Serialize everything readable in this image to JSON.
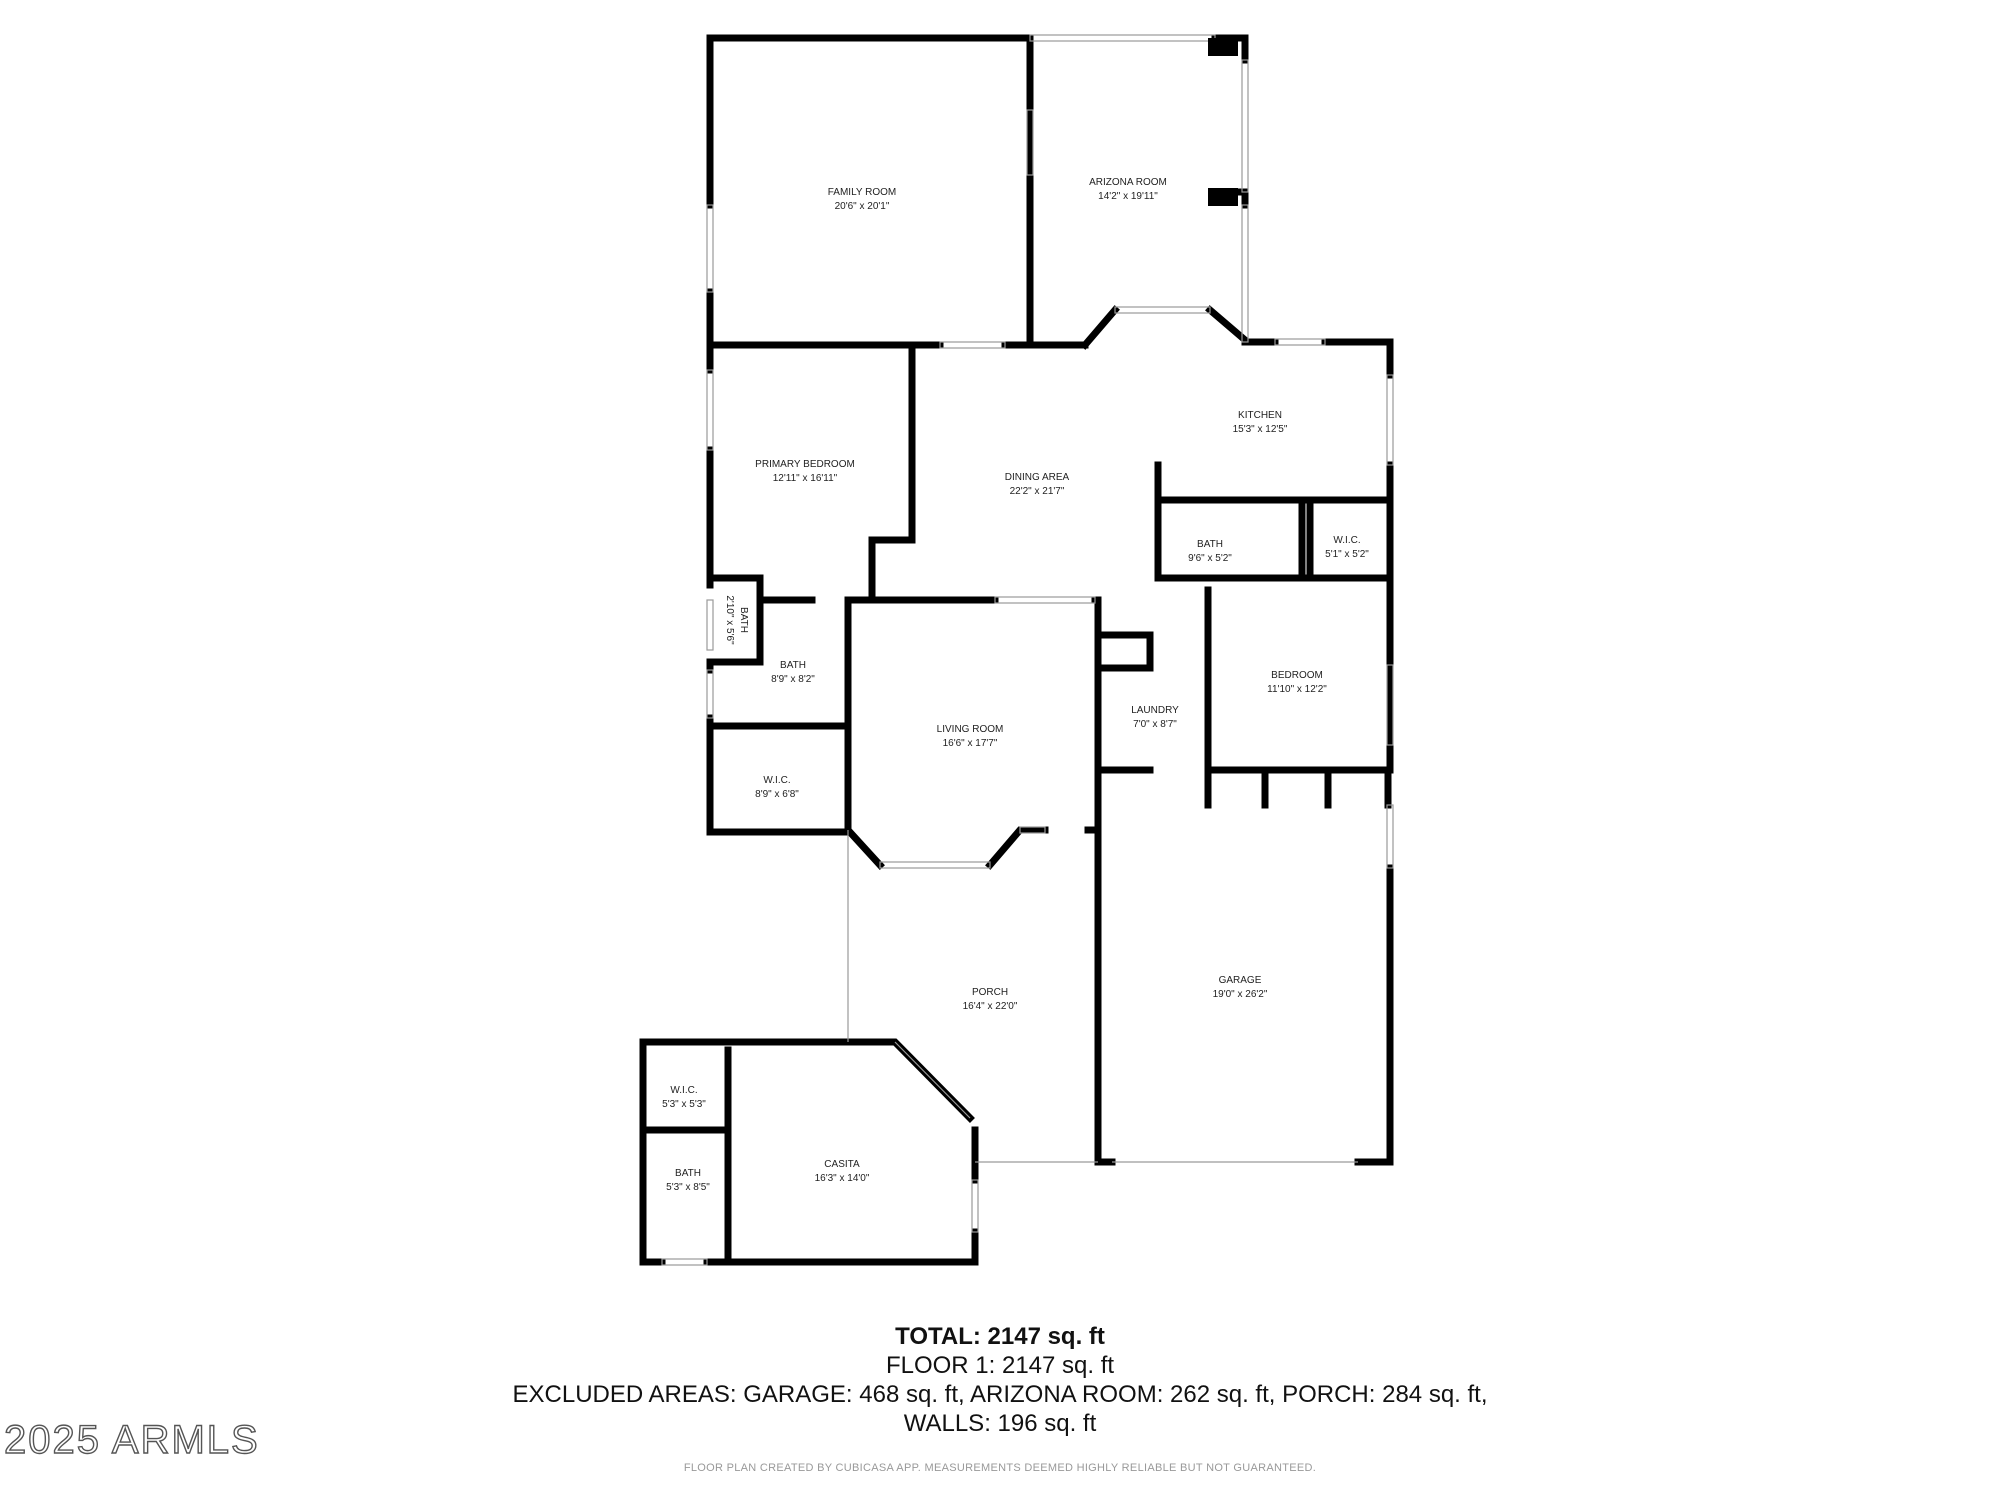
{
  "rooms": {
    "family_room": {
      "name": "FAMILY ROOM",
      "dims": "20'6\" x 20'1\""
    },
    "arizona_room": {
      "name": "ARIZONA ROOM",
      "dims": "14'2\" x 19'11\""
    },
    "kitchen": {
      "name": "KITCHEN",
      "dims": "15'3\" x 12'5\""
    },
    "dining_area": {
      "name": "DINING AREA",
      "dims": "22'2\" x 21'7\""
    },
    "primary_bedroom": {
      "name": "PRIMARY BEDROOM",
      "dims": "12'11\" x 16'11\""
    },
    "bath_small": {
      "name": "BATH",
      "dims": "2'10\" x 5'6\""
    },
    "bath_primary": {
      "name": "BATH",
      "dims": "8'9\" x 8'2\""
    },
    "wic_primary": {
      "name": "W.I.C.",
      "dims": "8'9\" x 6'8\""
    },
    "bath_hall": {
      "name": "BATH",
      "dims": "9'6\" x 5'2\""
    },
    "wic_hall": {
      "name": "W.I.C.",
      "dims": "5'1\" x 5'2\""
    },
    "bedroom": {
      "name": "BEDROOM",
      "dims": "11'10\" x 12'2\""
    },
    "laundry": {
      "name": "LAUNDRY",
      "dims": "7'0\" x 8'7\""
    },
    "living_room": {
      "name": "LIVING ROOM",
      "dims": "16'6\" x 17'7\""
    },
    "porch": {
      "name": "PORCH",
      "dims": "16'4\" x 22'0\""
    },
    "garage": {
      "name": "GARAGE",
      "dims": "19'0\" x 26'2\""
    },
    "wic_casita": {
      "name": "W.I.C.",
      "dims": "5'3\" x 5'3\""
    },
    "bath_casita": {
      "name": "BATH",
      "dims": "5'3\" x 8'5\""
    },
    "casita": {
      "name": "CASITA",
      "dims": "16'3\" x 14'0\""
    }
  },
  "summary": {
    "total": "TOTAL: 2147 sq. ft",
    "floor1": "FLOOR 1: 2147 sq. ft",
    "excluded": "EXCLUDED AREAS: GARAGE: 468 sq. ft, ARIZONA ROOM: 262 sq. ft, PORCH: 284 sq. ft,",
    "walls": "WALLS: 196 sq. ft"
  },
  "watermark": "2025 ARMLS",
  "disclaimer": "FLOOR PLAN CREATED BY CUBICASA APP. MEASUREMENTS DEEMED HIGHLY RELIABLE BUT NOT GUARANTEED.",
  "colors": {
    "wall": "#000000",
    "window": "#9a9a9a",
    "background": "#ffffff"
  }
}
